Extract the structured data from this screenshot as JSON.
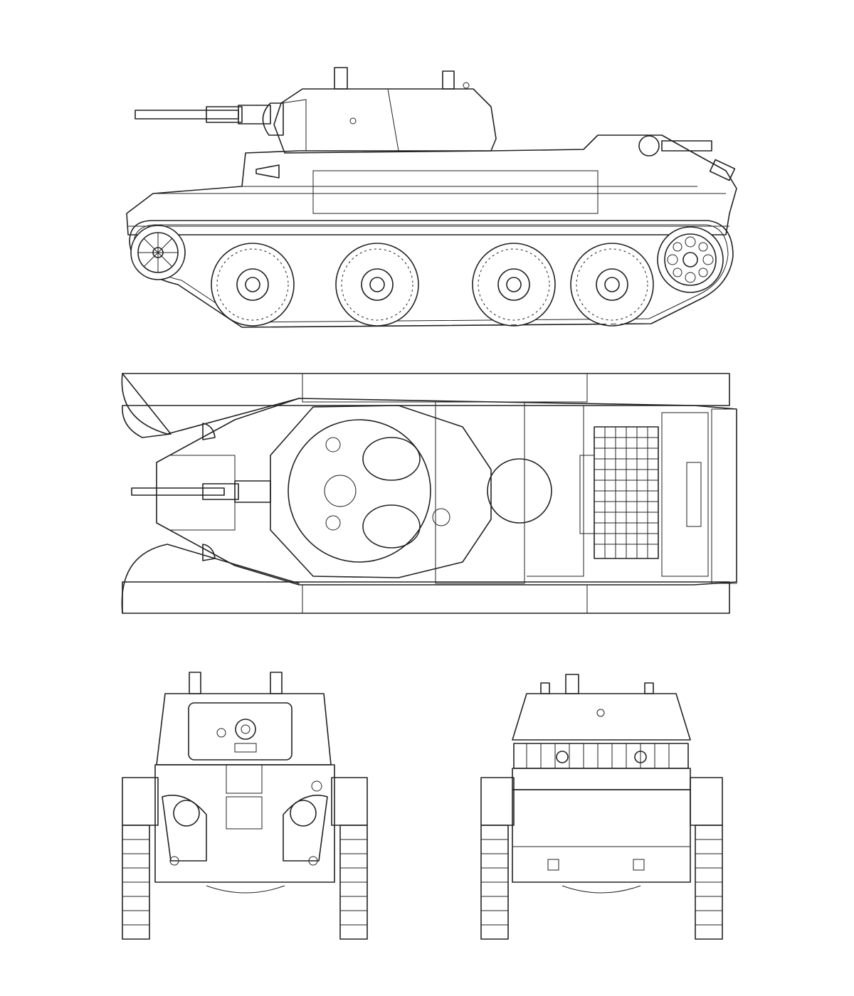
{
  "views": [
    {
      "id": "side",
      "name": "side-view"
    },
    {
      "id": "top",
      "name": "top-view"
    },
    {
      "id": "front",
      "name": "front-view"
    },
    {
      "id": "rear",
      "name": "rear-view"
    }
  ],
  "colors": {
    "line": "#222222",
    "paper": "#ffffff"
  }
}
